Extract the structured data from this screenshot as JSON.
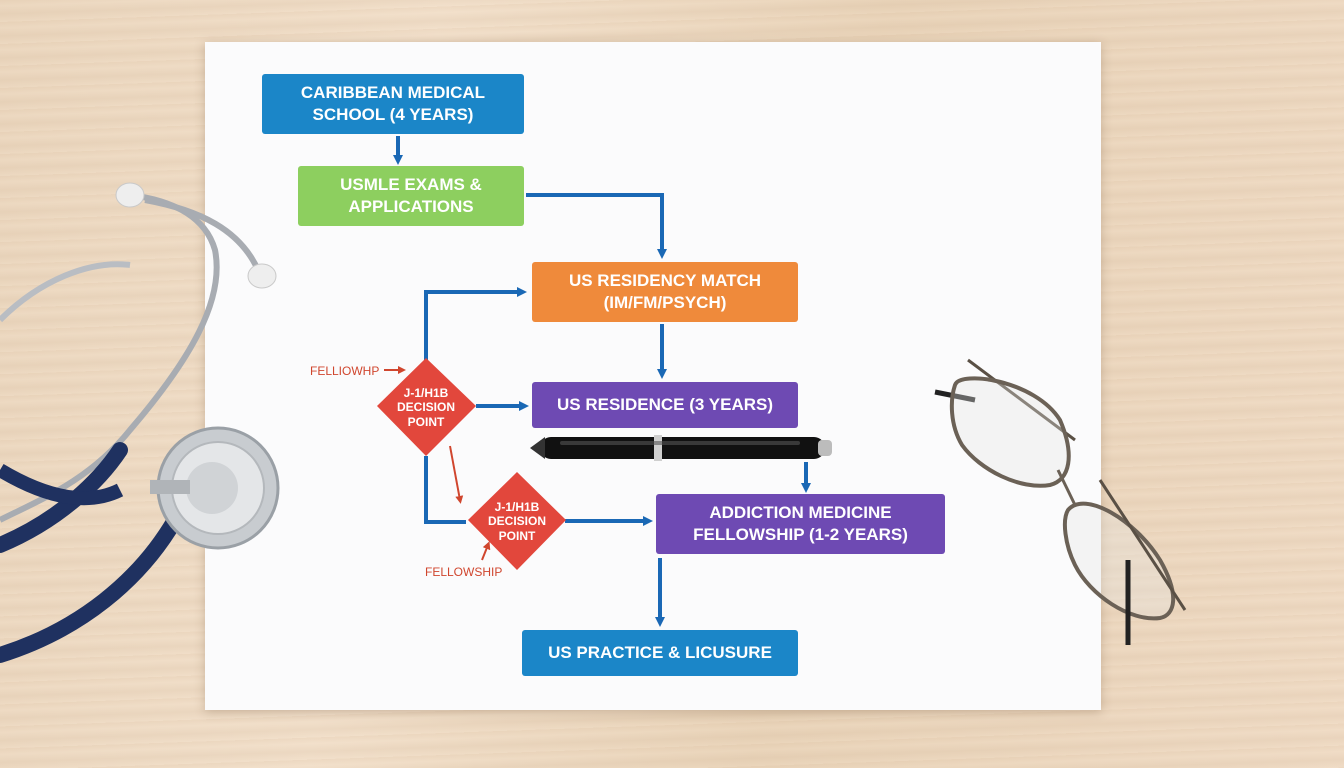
{
  "flowchart": {
    "school": "CARIBBEAN MEDICAL SCHOOL (4 YEARS)",
    "usmle": "USMLE EXAMS & APPLICATIONS",
    "match": "US RESIDENCY MATCH (IM/FM/PSYCH)",
    "residence": "US RESIDENCE (3 YEARS)",
    "fellowship": "ADDICTION MEDICINE FELLOWSHIP (1-2 YEARS)",
    "practice": "US PRACTICE & LICUSURE",
    "decision_top": "J-1/H1B DECISION POINT",
    "decision_bottom": "J-1/H1B DECISION POINT",
    "label_top": "FELLIOWHP",
    "label_bottom": "FELLOWSHIP"
  },
  "colors": {
    "blue": "#1b86c8",
    "green": "#8dcf5f",
    "orange": "#ef8a3b",
    "purple": "#6e4ab3",
    "red": "#e2473c",
    "arrow": "#1a68b5"
  },
  "objects": [
    "stethoscope",
    "pen",
    "eyeglasses"
  ]
}
